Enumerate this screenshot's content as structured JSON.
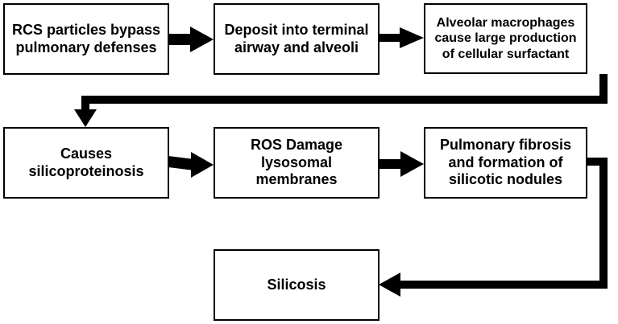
{
  "flowchart": {
    "nodes": [
      {
        "id": "n1",
        "text": "RCS particles bypass\npulmonary defenses"
      },
      {
        "id": "n2",
        "text": "Deposit into terminal\nairway and alveoli"
      },
      {
        "id": "n3",
        "text": "Alveolar macrophages\ncause large production\nof cellular surfactant"
      },
      {
        "id": "n4",
        "text": "Causes\nsilicoproteinosis"
      },
      {
        "id": "n5",
        "text": "ROS Damage\nlysosomal\nmembranes"
      },
      {
        "id": "n6",
        "text": "Pulmonary fibrosis\nand formation of\nsilicotic nodules"
      },
      {
        "id": "n7",
        "text": "Silicosis"
      }
    ],
    "edges": [
      {
        "from": "n1",
        "to": "n2"
      },
      {
        "from": "n2",
        "to": "n3"
      },
      {
        "from": "n3",
        "to": "n4"
      },
      {
        "from": "n4",
        "to": "n5"
      },
      {
        "from": "n5",
        "to": "n6"
      },
      {
        "from": "n6",
        "to": "n7"
      }
    ],
    "colors": {
      "stroke": "#000000",
      "fill": "#ffffff",
      "text": "#000000"
    }
  }
}
